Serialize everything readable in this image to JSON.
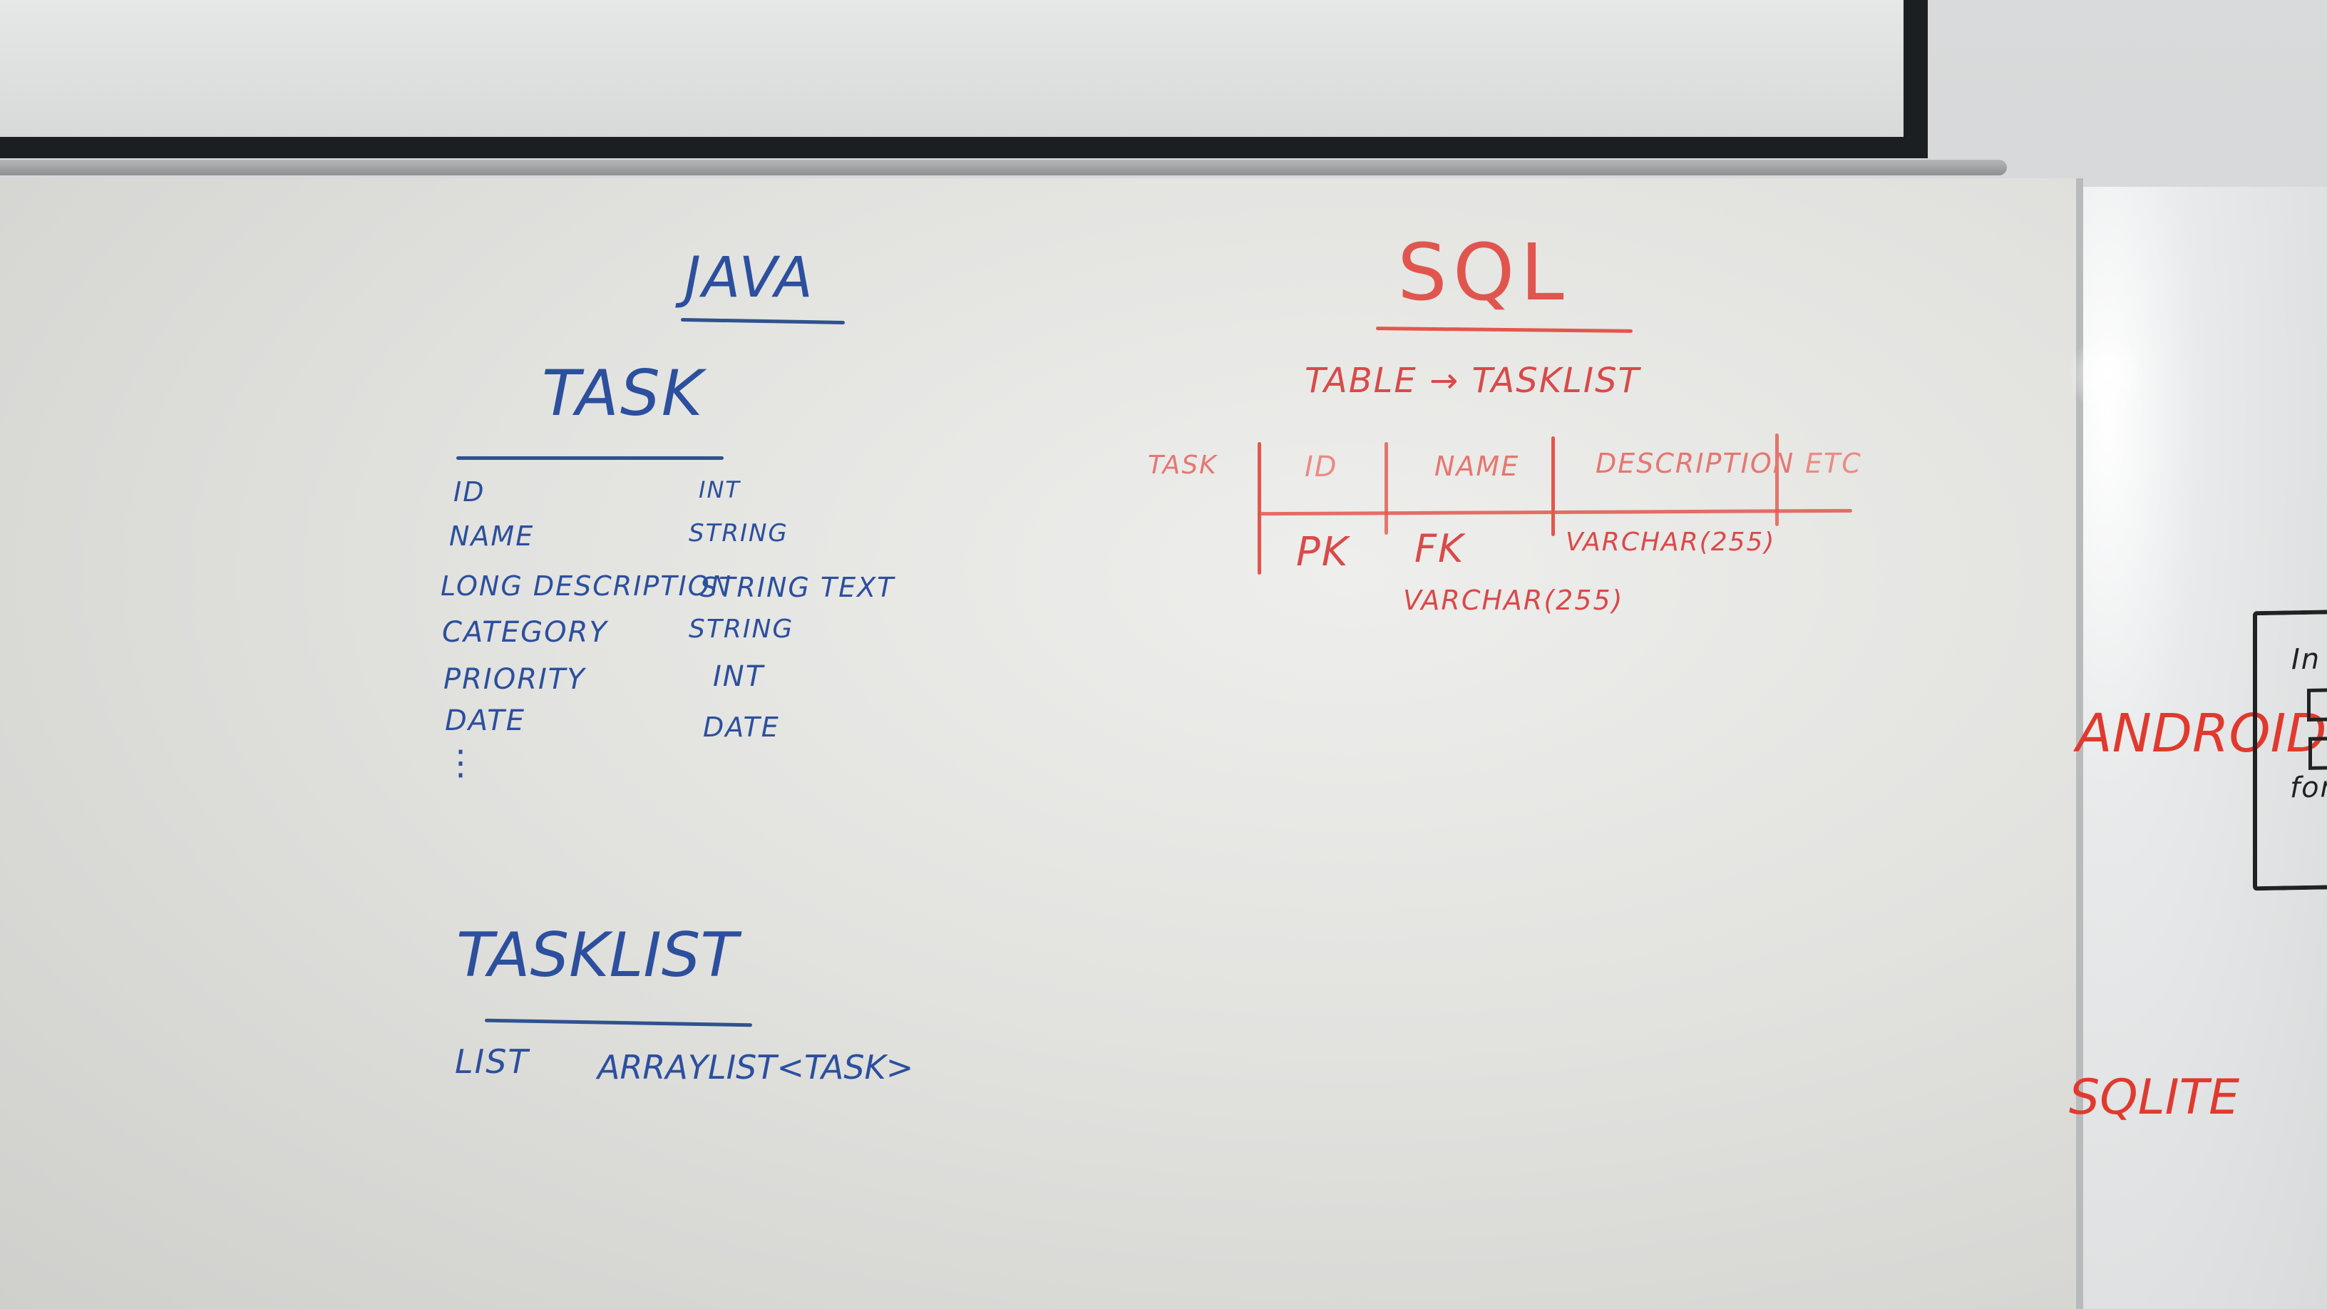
{
  "java": {
    "heading": "JAVA",
    "task_title": "TASK",
    "fields": [
      {
        "name": "ID",
        "type": "INT"
      },
      {
        "name": "NAME",
        "type": "STRING"
      },
      {
        "name": "LONG DESCRIPTION",
        "type": "STRING TEXT"
      },
      {
        "name": "CATEGORY",
        "type": "STRING"
      },
      {
        "name": "PRIORITY",
        "type": "INT"
      },
      {
        "name": "DATE",
        "type": "DATE"
      }
    ],
    "ellipsis": "⋮",
    "tasklist_title": "TASKLIST",
    "tasklist_field": {
      "name": "LIST",
      "type": "ARRAYLIST<TASK>"
    }
  },
  "sql": {
    "heading": "SQL",
    "table_note": "TABLE → TASKLIST",
    "row_label": "TASK",
    "columns": [
      "ID",
      "NAME",
      "DESCRIPTION",
      "ETC"
    ],
    "values": [
      "PK",
      "FK",
      "VARCHAR(255)"
    ],
    "name_type": "VARCHAR(255)"
  },
  "right_board": {
    "android": "ANDROID",
    "sqlite": "SQLITE",
    "sketch_text_1": "In",
    "sketch_text_2": "for"
  },
  "colors": {
    "blue_marker": "#2c4f9e",
    "red_marker": "#d94a4a",
    "board": "#e6e6e3"
  }
}
